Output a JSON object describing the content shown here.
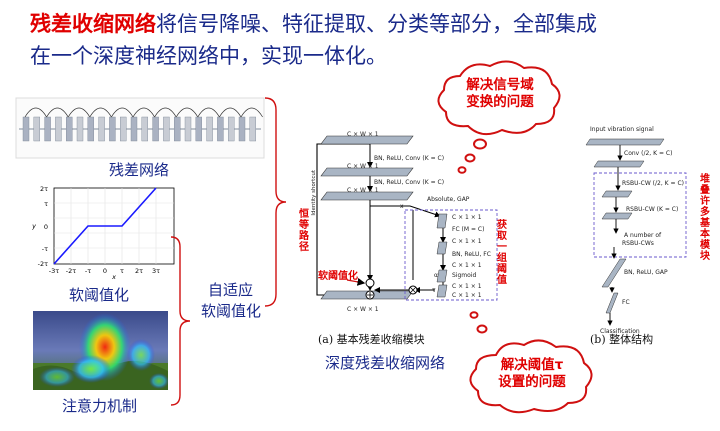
{
  "header": {
    "title_highlight": "残差收缩网络",
    "title_rest": "将信号降噪、特征提取、分类等部分，全部集成",
    "title_line2": "在一个深度神经网络中，实现一体化。"
  },
  "left": {
    "residual_label": "残差网络",
    "softthresh_label": "软阈值化",
    "attention_label": "注意力机制",
    "adaptive_line1": "自适应",
    "adaptive_line2": "软阈值化",
    "plot": {
      "y_axis": "y",
      "x_axis": "x",
      "yticks": [
        "2τ",
        "τ",
        "0",
        "-τ",
        "-2τ"
      ],
      "xticks": [
        "-3τ",
        "-2τ",
        "-τ",
        "0",
        "τ",
        "2τ",
        "3τ"
      ]
    }
  },
  "middle": {
    "identity_path": "恒等路径",
    "identity_shortcut": "Identity shortcut",
    "feat1": "C × W × 1",
    "layer1": "BN, ReLU, Conv (K = C)",
    "feat2": "C × W × 1",
    "layer2": "BN, ReLU, Conv (K = C)",
    "feat3": "C × W × 1",
    "x_label": "x",
    "abs_gap": "Absolute, GAP",
    "fc_m": "FC (M = C)",
    "bn_relu_fc": "BN, ReLU, FC",
    "ch1": "C × 1 × 1",
    "ch2": "C × 1 × 1",
    "ch3": "C × 1 × 1",
    "ch4": "C × 1 × 1",
    "ch5": "C × 1 × 1",
    "sigmoid": "Sigmoid",
    "alpha": "α",
    "tau": "τ",
    "soft_label": "软阈值化",
    "get_threshold": "获取一组阈值",
    "feat_out": "C × W × 1",
    "caption_a": "(a) 基本残差收缩模块",
    "caption_main": "深度残差收缩网络"
  },
  "right": {
    "input": "Input vibration signal",
    "conv": "Conv (/2, K = C)",
    "rsbu1": "RSBU-CW (/2, K = C)",
    "rsbu2": "RSBU-CW (K = C)",
    "many1": "A number of",
    "many2": "RSBU-CWs",
    "stack_label": "堆叠许多基本模块",
    "bn_gap": "BN, ReLU, GAP",
    "fc": "FC",
    "classification": "Classification",
    "caption_b": "(b) 整体结构"
  },
  "clouds": {
    "top_line1": "解决信号域",
    "top_line2": "变换的问题",
    "bottom_line1": "解决阈值τ",
    "bottom_line2": "设置的问题"
  }
}
